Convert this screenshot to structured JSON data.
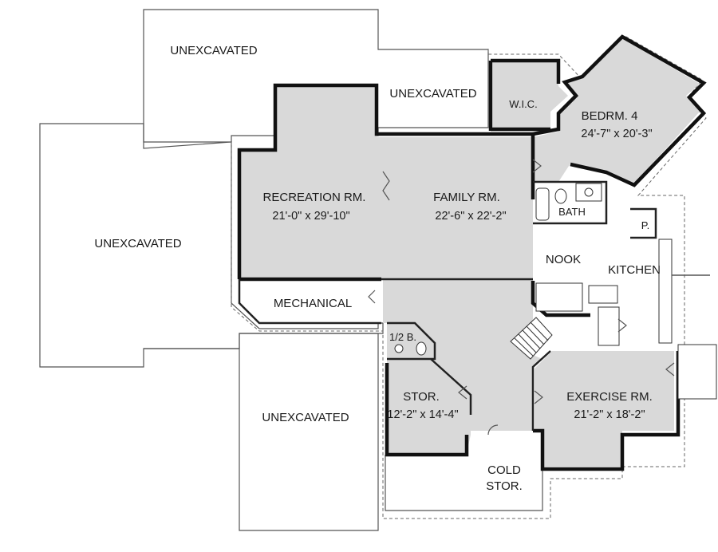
{
  "rooms": {
    "unexcavated_top": {
      "name": "UNEXCAVATED"
    },
    "unexcavated_top_mid": {
      "name": "UNEXCAVATED"
    },
    "unexcavated_left": {
      "name": "UNEXCAVATED"
    },
    "unexcavated_bottom": {
      "name": "UNEXCAVATED"
    },
    "recreation": {
      "name": "RECREATION RM.",
      "dims": "21'-0\" x 29'-10\""
    },
    "family": {
      "name": "FAMILY RM.",
      "dims": "22'-6\" x 22'-2\""
    },
    "bedroom4": {
      "name": "BEDRM. 4",
      "dims": "24'-7\" x 20'-3\""
    },
    "wic": {
      "name": "W.I.C."
    },
    "bath": {
      "name": "BATH"
    },
    "pantry": {
      "name": "P."
    },
    "nook": {
      "name": "NOOK"
    },
    "kitchen": {
      "name": "KITCHEN"
    },
    "mechanical": {
      "name": "MECHANICAL"
    },
    "half_bath": {
      "name": "1/2 B."
    },
    "storage": {
      "name": "STOR.",
      "dims": "12'-2\" x 14'-4\""
    },
    "exercise": {
      "name": "EXERCISE RM.",
      "dims": "21'-2\" x 18'-2\""
    },
    "cold_storage": {
      "line1": "COLD",
      "line2": "STOR."
    }
  }
}
